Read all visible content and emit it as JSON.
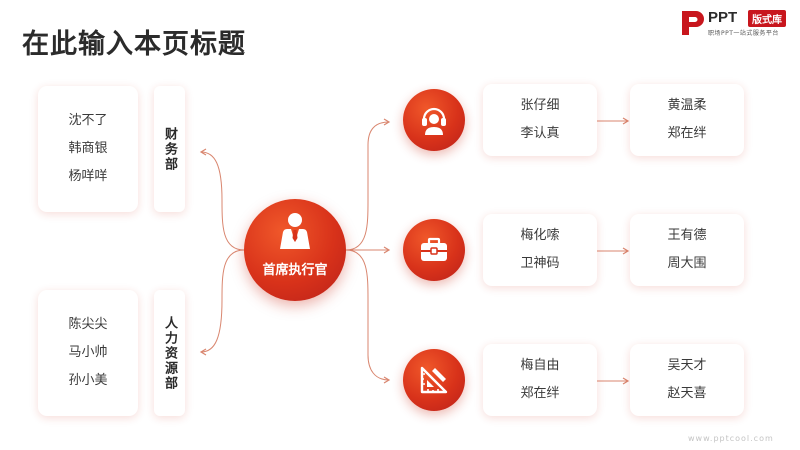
{
  "title": "在此输入本页标题",
  "logo": {
    "brand": "PPT",
    "badge": "版式库",
    "tagline": "职场PPT一站式服务平台"
  },
  "ceo": {
    "label": "首席执行官"
  },
  "left_departments": [
    {
      "label": "财务部",
      "members": [
        "沈不了",
        "韩商银",
        "杨咩咩"
      ]
    },
    {
      "label": "人力资源部",
      "members": [
        "陈尖尖",
        "马小帅",
        "孙小美"
      ]
    }
  ],
  "right_branches": [
    {
      "icon": "headset-support-icon",
      "group_a": [
        "张仔细",
        "李认真"
      ],
      "group_b": [
        "黄温柔",
        "郑在绊"
      ]
    },
    {
      "icon": "briefcase-icon",
      "group_a": [
        "梅化嗦",
        "卫神码"
      ],
      "group_b": [
        "王有德",
        "周大围"
      ]
    },
    {
      "icon": "ruler-triangle-icon",
      "group_a": [
        "梅自由",
        "郑在绊"
      ],
      "group_b": [
        "吴天才",
        "赵天喜"
      ]
    }
  ],
  "watermark": "www.pptcool.com",
  "colors": {
    "accent": "#d8321a",
    "accent_dark": "#b9201a",
    "connector": "#d9866f",
    "logo_red": "#c8161d"
  }
}
